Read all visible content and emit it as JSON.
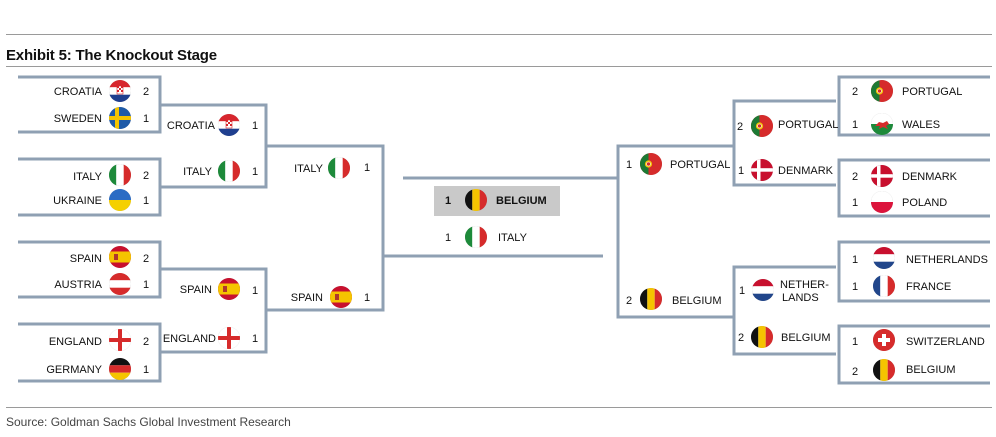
{
  "title": "Exhibit 5: The Knockout Stage",
  "source": "Source: Goldman Sachs Global Investment Research",
  "final": {
    "winner": {
      "team": "BELGIUM",
      "score": "1"
    },
    "runner_up": {
      "team": "ITALY",
      "score": "1"
    }
  },
  "left": {
    "r16": [
      {
        "team": "CROATIA",
        "score": "2"
      },
      {
        "team": "SWEDEN",
        "score": "1"
      },
      {
        "team": "ITALY",
        "score": "2"
      },
      {
        "team": "UKRAINE",
        "score": "1"
      },
      {
        "team": "SPAIN",
        "score": "2"
      },
      {
        "team": "AUSTRIA",
        "score": "1"
      },
      {
        "team": "ENGLAND",
        "score": "2"
      },
      {
        "team": "GERMANY",
        "score": "1"
      }
    ],
    "qf": [
      {
        "team": "CROATIA",
        "score": "1"
      },
      {
        "team": "ITALY",
        "score": "1"
      },
      {
        "team": "SPAIN",
        "score": "1"
      },
      {
        "team": "ENGLAND",
        "score": "1"
      }
    ],
    "sf": [
      {
        "team": "ITALY",
        "score": "1"
      },
      {
        "team": "SPAIN",
        "score": "1"
      }
    ]
  },
  "right": {
    "r16": [
      {
        "team": "PORTUGAL",
        "score": "2"
      },
      {
        "team": "WALES",
        "score": "1"
      },
      {
        "team": "DENMARK",
        "score": "2"
      },
      {
        "team": "POLAND",
        "score": "1"
      },
      {
        "team": "NETHERLANDS",
        "score": "1"
      },
      {
        "team": "FRANCE",
        "score": "1"
      },
      {
        "team": "SWITZERLAND",
        "score": "1"
      },
      {
        "team": "BELGIUM",
        "score": "2"
      }
    ],
    "qf": [
      {
        "team": "PORTUGAL",
        "score": "2"
      },
      {
        "team": "DENMARK",
        "score": "1"
      },
      {
        "team": "NETHER-",
        "team2": "LANDS",
        "score": "1"
      },
      {
        "team": "BELGIUM",
        "score": "2"
      }
    ],
    "sf": [
      {
        "team": "PORTUGAL",
        "score": "1"
      },
      {
        "team": "BELGIUM",
        "score": "2"
      }
    ]
  },
  "flags": {
    "croatia": "croatia-flag-icon",
    "sweden": "sweden-flag-icon",
    "italy": "italy-flag-icon",
    "ukraine": "ukraine-flag-icon",
    "spain": "spain-flag-icon",
    "austria": "austria-flag-icon",
    "england": "england-flag-icon",
    "germany": "germany-flag-icon",
    "portugal": "portugal-flag-icon",
    "wales": "wales-flag-icon",
    "denmark": "denmark-flag-icon",
    "poland": "poland-flag-icon",
    "netherlands": "netherlands-flag-icon",
    "france": "france-flag-icon",
    "switzerland": "switzerland-flag-icon",
    "belgium": "belgium-flag-icon"
  },
  "colors": {
    "line": "#8fa0b3",
    "winner_bg": "#c9c9c9"
  }
}
